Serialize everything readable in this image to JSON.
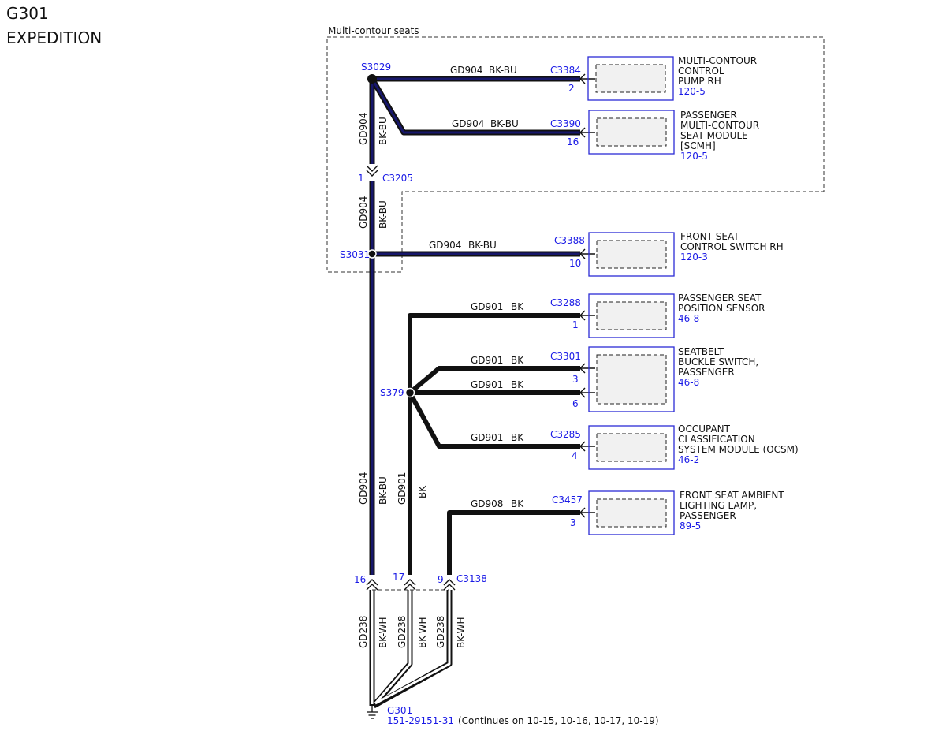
{
  "header": {
    "ground_id": "G301",
    "vehicle": "EXPEDITION"
  },
  "group_label": "Multi-contour seats",
  "splices": {
    "s3029": "S3029",
    "s3031": "S3031",
    "s379": "S379"
  },
  "circuits": {
    "gd904": "GD904",
    "gd901": "GD901",
    "gd908": "GD908",
    "gd238": "GD238",
    "bk_bu": "BK-BU",
    "bk": "BK",
    "bk_wh": "BK-WH"
  },
  "wire_colors": {
    "bk_bu_fill": "#17176b",
    "bk_fill": "#111111",
    "accent_blue": "#1a1ae6"
  },
  "inline_connectors": {
    "c3205": {
      "id": "C3205",
      "pin": "1"
    },
    "c3138": {
      "id": "C3138",
      "pins": [
        "16",
        "17",
        "9"
      ]
    }
  },
  "components": [
    {
      "connector": "C3384",
      "pin": "2",
      "lines": [
        "MULTI-CONTOUR",
        "CONTROL",
        "PUMP RH"
      ],
      "page": "120-5"
    },
    {
      "connector": "C3390",
      "pin": "16",
      "lines": [
        "PASSENGER",
        "MULTI-CONTOUR",
        "SEAT MODULE",
        "[SCMH]"
      ],
      "page": "120-5"
    },
    {
      "connector": "C3388",
      "pin": "10",
      "lines": [
        "FRONT SEAT",
        "CONTROL SWITCH RH"
      ],
      "page": "120-3"
    },
    {
      "connector": "C3288",
      "pin": "1",
      "lines": [
        "PASSENGER SEAT",
        "POSITION SENSOR"
      ],
      "page": "46-8"
    },
    {
      "connector": "C3301",
      "pins": [
        "3",
        "6"
      ],
      "lines": [
        "SEATBELT",
        "BUCKLE SWITCH,",
        "PASSENGER"
      ],
      "page": "46-8"
    },
    {
      "connector": "C3285",
      "pin": "4",
      "lines": [
        "OCCUPANT",
        "CLASSIFICATION",
        "SYSTEM MODULE (OCSM)"
      ],
      "page": "46-2"
    },
    {
      "connector": "C3457",
      "pin": "3",
      "lines": [
        "FRONT SEAT AMBIENT",
        "LIGHTING LAMP,",
        "PASSENGER"
      ],
      "page": "89-5"
    }
  ],
  "ground": {
    "id": "G301",
    "part_number": "151-29151-31",
    "continues_note": "(Continues on 10-15, 10-16, 10-17, 10-19)"
  }
}
